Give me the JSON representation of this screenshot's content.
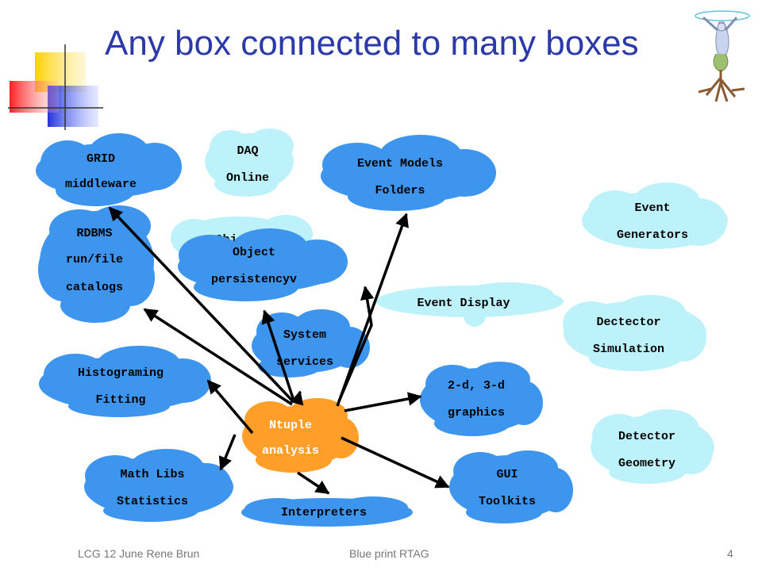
{
  "slide": {
    "title": "Any box connected to many boxes",
    "footer_left": "LCG 12 June  Rene Brun",
    "footer_center": "Blue print RTAG",
    "page_number": "4"
  },
  "colors": {
    "title": "#2b3aa8",
    "cloud_blue": "#3d95ee",
    "cloud_light": "#bdf2fb",
    "cloud_orange": "#ff9f2a",
    "arrow": "#000000"
  },
  "icons": [
    "corner-squares-logo",
    "tree-figure-logo"
  ],
  "nodes": {
    "grid": [
      "GRID",
      "middleware"
    ],
    "daq": [
      "DAQ",
      "Online"
    ],
    "event_models": [
      "Event Models",
      "Folders"
    ],
    "event_generators": [
      "Event",
      "Generators"
    ],
    "rdbms": [
      "RDBMS",
      "run/file",
      "catalogs"
    ],
    "object_persistency": [
      "Object",
      "persistencyv"
    ],
    "event_display": [
      "Event Display"
    ],
    "system_services": [
      "System",
      "services"
    ],
    "detector_simulation": [
      "Dectector",
      "Simulation"
    ],
    "histograming": [
      "Histograming",
      "Fitting"
    ],
    "graphics": [
      "2-d, 3-d",
      "graphics"
    ],
    "ntuple": [
      "Ntuple",
      "analysis"
    ],
    "detector_geometry": [
      "Detector",
      "Geometry"
    ],
    "math_libs": [
      "Math Libs",
      "Statistics"
    ],
    "gui": [
      "GUI",
      "Toolkits"
    ],
    "interpreters": [
      "Interpreters"
    ]
  }
}
